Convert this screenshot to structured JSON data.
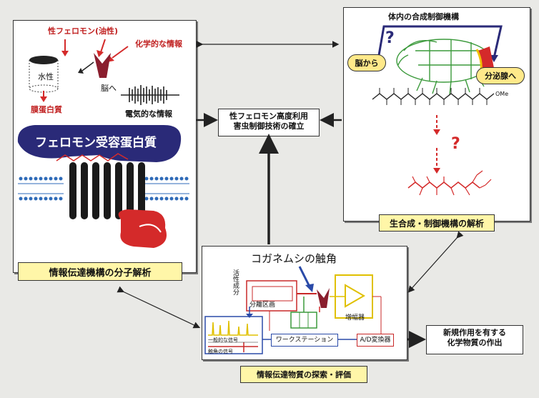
{
  "center_box": {
    "line1": "性フェロモン高度利用",
    "line2": "害虫制御技術の確立"
  },
  "left_panel": {
    "pheromone_label": "性フェロモン(油性)",
    "chemical_info": "化学的な情報",
    "water": "水性",
    "membrane_protein": "膜蛋白質",
    "to_brain": "脳へ",
    "electrical_info": "電気的な情報",
    "receptor": "フェロモン受容蛋白質",
    "caption": "情報伝達機構の分子解析"
  },
  "right_panel": {
    "title": "体内の合成制御機構",
    "from_brain": "脳から",
    "to_gland": "分泌腺へ",
    "question": "?",
    "caption": "生合成・制御機構の解析",
    "ome": "OMe"
  },
  "bottom_panel": {
    "title": "コガネムシの触角",
    "active_component": "活性成分",
    "separation": "分離区画",
    "amplifier": "増幅器",
    "general_signal": "一般的な信号",
    "antenna_signal": "触角の信号",
    "workstation": "ワークステーション",
    "ad_converter": "A/D変換器",
    "caption": "情報伝達物質の探索・評価"
  },
  "right_box": {
    "line1": "新規作用を有する",
    "line2": "化学物質の作出"
  },
  "colors": {
    "panel_caption_bg": "#fff6a8",
    "pheromone_red": "#d42a2a",
    "receptor_navy": "#2a2a78",
    "beetle_green": "#3c9a3c"
  }
}
